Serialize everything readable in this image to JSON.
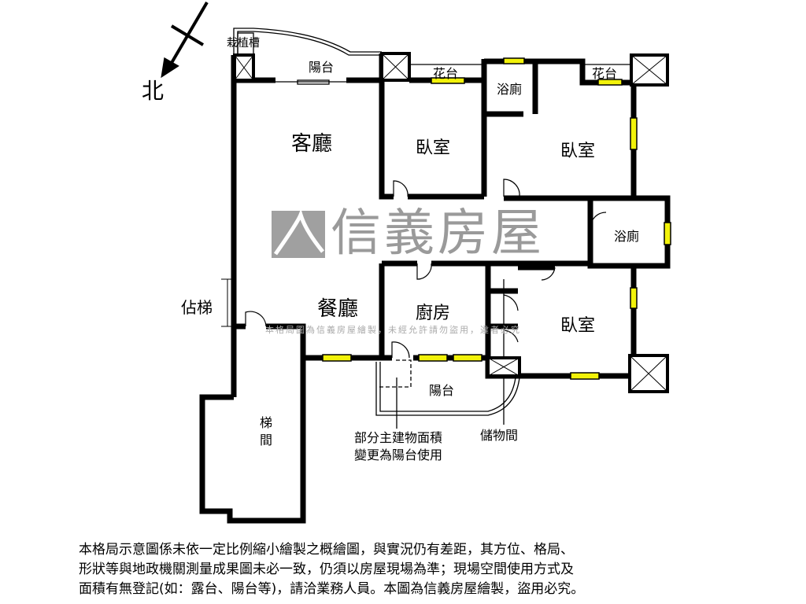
{
  "compass": {
    "north_label": "北"
  },
  "rooms": {
    "living_room": "客廳",
    "bedroom_1": "臥室",
    "bedroom_2": "臥室",
    "bedroom_3": "臥室",
    "bathroom_1": "浴廁",
    "bathroom_2": "浴廁",
    "dining_room": "餐廳",
    "kitchen": "廚房",
    "balcony_top": "陽台",
    "balcony_bottom": "陽台",
    "planter": "栽植槽",
    "flower_bed_1": "花台",
    "flower_bed_2": "花台",
    "stairwell": "梯間",
    "storage": "儲物間",
    "stair_occupy": "佔梯"
  },
  "annotation": {
    "line1": "部分主建物面積",
    "line2": "變更為陽台使用"
  },
  "watermark": {
    "brand": "信義房屋",
    "notice": "本格局圖為信義房屋繪製，未經允許請勿盜用，違者必究"
  },
  "disclaimer": [
    "本格局示意圖係未依一定比例縮小繪製之概繪圖，與實況仍有差距，其方位、格局、",
    "形狀等與地政機關測量成果圖未必一致，仍須以房屋現場為準；現場空間使用方式及",
    "面積有無登記(如：露台、陽台等)，請洽業務人員。本圖為信義房屋繪製，盜用必究。"
  ],
  "colors": {
    "wall": "#000000",
    "window": "#f2f20a",
    "watermark": "#9a9a9a"
  }
}
